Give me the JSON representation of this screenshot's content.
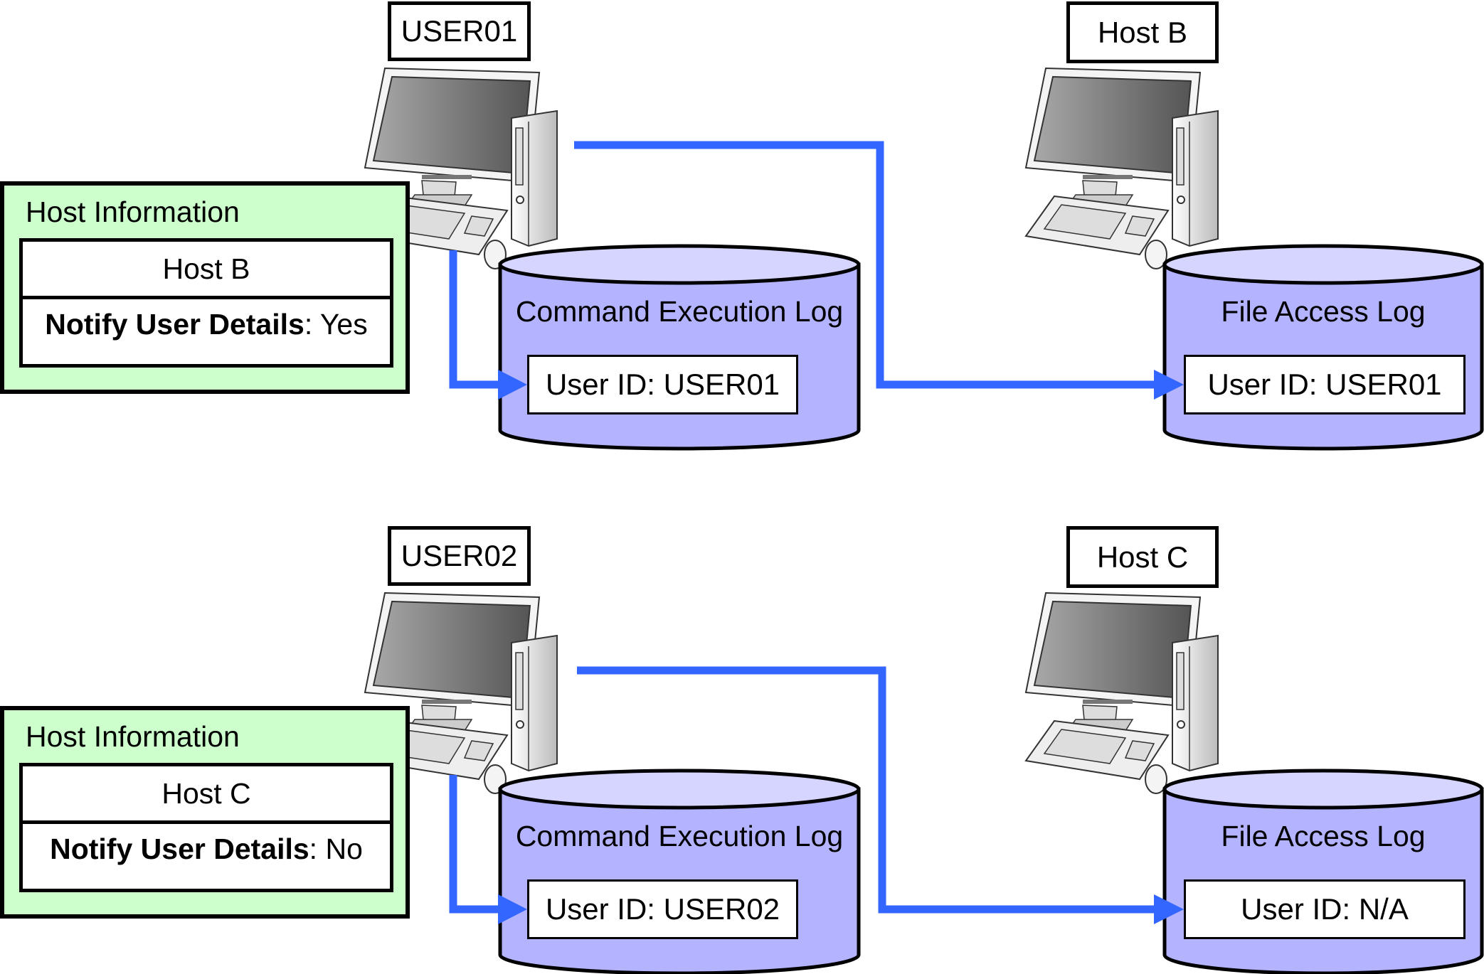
{
  "colors": {
    "host_info_bg": "#ccffcc",
    "cylinder_body": "#b3b3ff",
    "cylinder_top": "#d5d5ff",
    "arrow": "#3366ff"
  },
  "scenarios": [
    {
      "user_label": "USER01",
      "target_host_label": "Host B",
      "host_info": {
        "title": "Host Information",
        "host": "Host B",
        "notify_label": "Notify User Details",
        "notify_value": ": Yes"
      },
      "command_log": {
        "title": "Command Execution Log",
        "entry": "User ID: USER01"
      },
      "file_log": {
        "title": "File Access Log",
        "entry": "User ID: USER01"
      }
    },
    {
      "user_label": "USER02",
      "target_host_label": "Host C",
      "host_info": {
        "title": "Host Information",
        "host": "Host C",
        "notify_label": "Notify User Details",
        "notify_value": ": No"
      },
      "command_log": {
        "title": "Command Execution Log",
        "entry": "User ID: USER02"
      },
      "file_log": {
        "title": "File Access Log",
        "entry": "User ID: N/A"
      }
    }
  ]
}
